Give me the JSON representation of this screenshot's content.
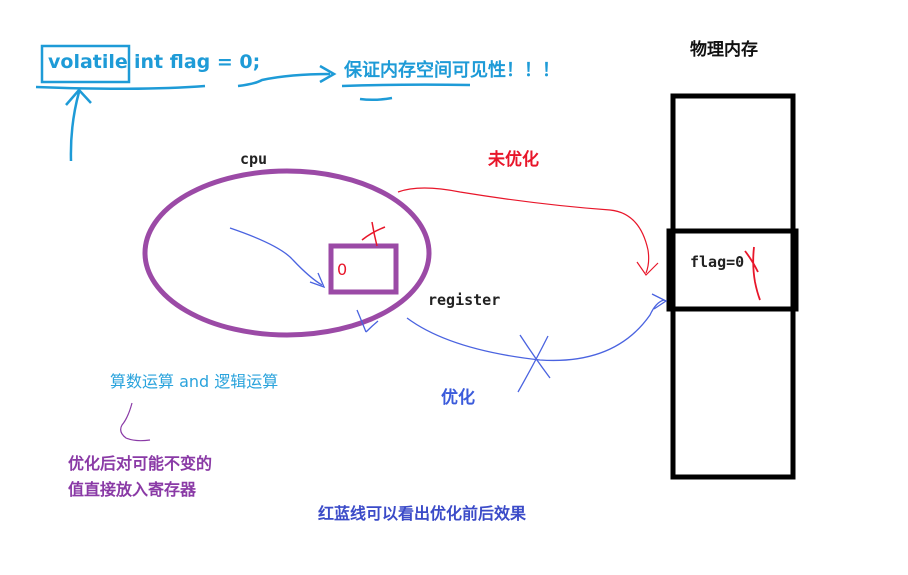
{
  "code": {
    "keyword": "volatile",
    "declaration": "int flag = 0;"
  },
  "code_note": "保证内存空间可见性！！！",
  "memory_title": "物理内存",
  "cpu_label": "cpu",
  "register_label": "register",
  "register_value": "0",
  "memory_cell": "flag=0",
  "unoptimized_label": "未优化",
  "optimized_label": "优化",
  "ops_label": "算数运算 and 逻辑运算",
  "opt_note": {
    "line1": "优化后对可能不变的",
    "line2": "值直接放入寄存器"
  },
  "footer_note": "红蓝线可以看出优化前后效果",
  "colors": {
    "annotation_blue": "#1e9bd7",
    "cpu_ellipse": "#9b4aa6",
    "unoptimized_red": "#e8162a",
    "optimized_blue": "#4a63e0",
    "memory_box": "#000000"
  }
}
